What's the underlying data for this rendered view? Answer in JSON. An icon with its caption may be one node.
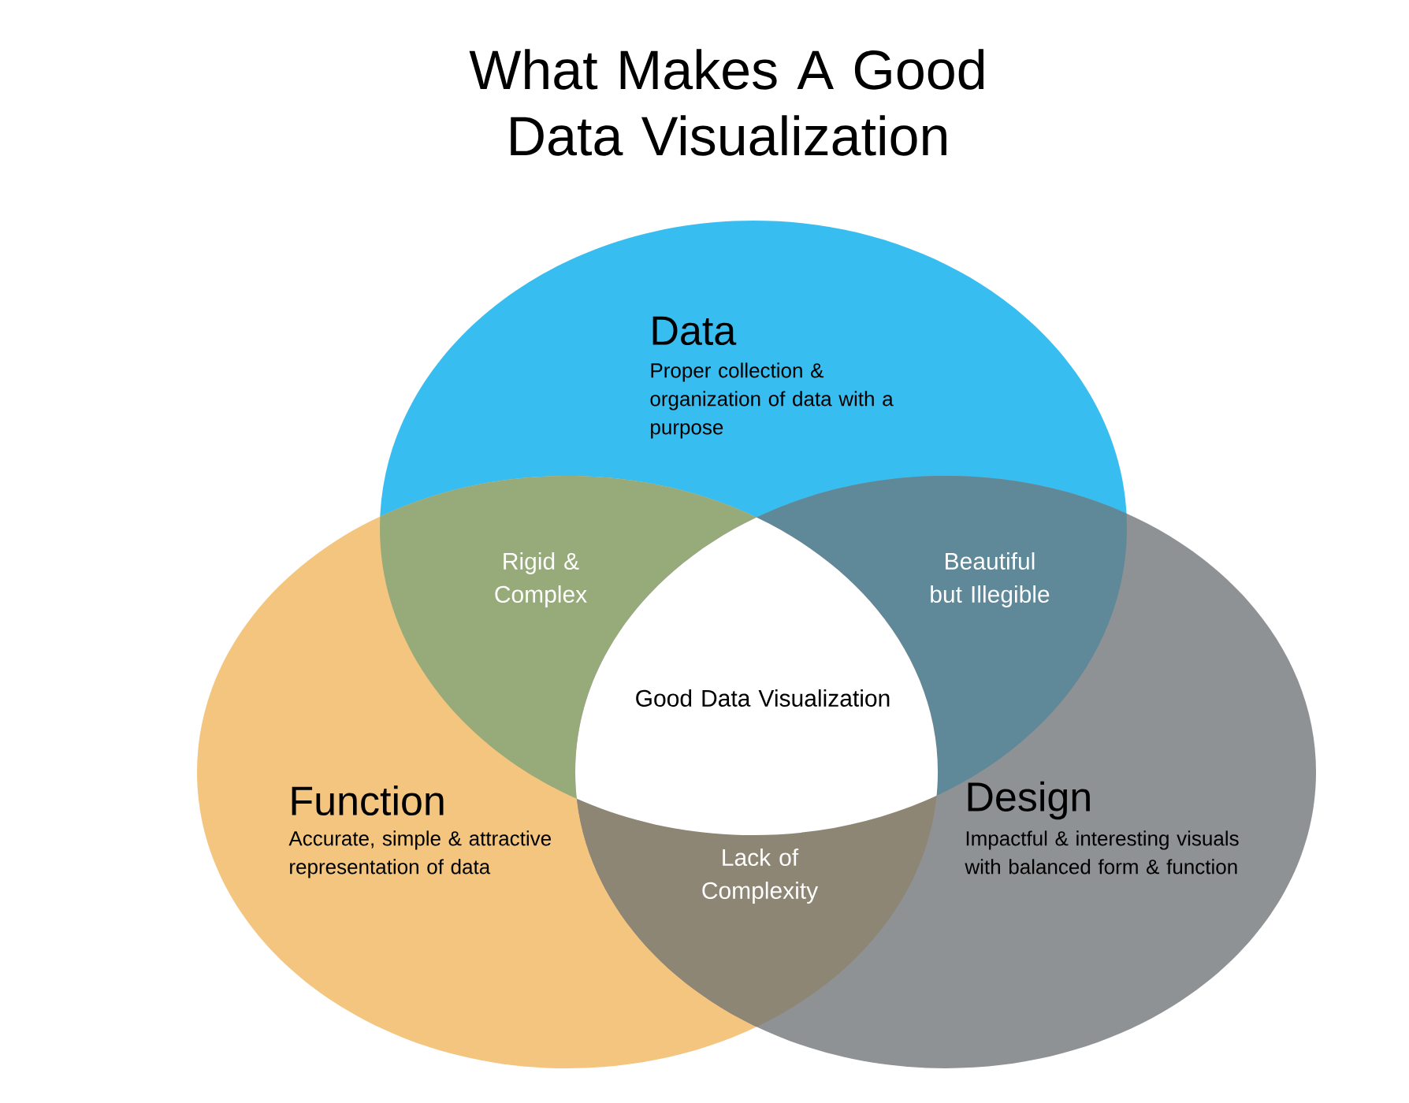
{
  "diagram": {
    "title": "What Makes A Good Data Visualization",
    "nodes": [
      {
        "text": [
          "Data",
          "Proper collection & organization of data with a purpose"
        ]
      },
      {
        "text": [
          "Function",
          "Accurate, simple & attractive representation of data"
        ]
      },
      {
        "text": [
          "Design",
          "Impactful & interesting visuals with balanced form & function"
        ]
      }
    ],
    "labels": [
      "Rigid & Complex",
      "Beautiful but Illegible",
      "Good Data Visualization",
      "Lack of Complexity"
    ]
  }
}
